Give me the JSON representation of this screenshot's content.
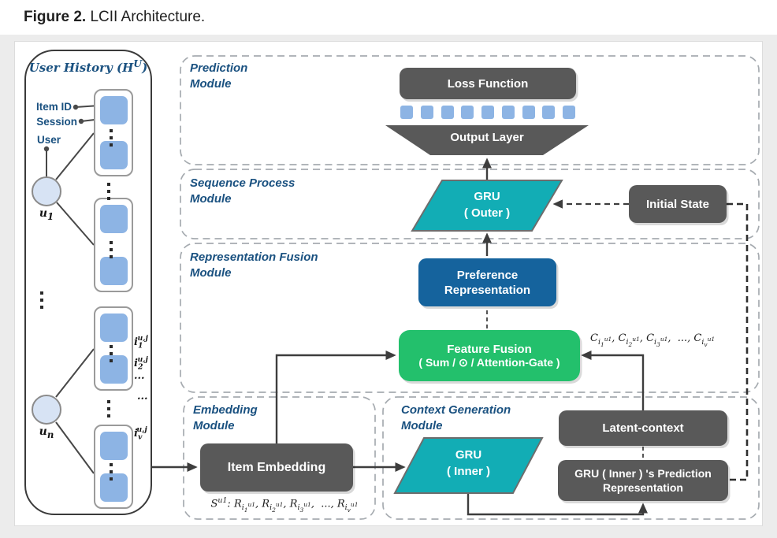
{
  "header": {
    "figure_label": "Figure 2.",
    "figure_title": "LCII Architecture."
  },
  "palette": {
    "module_label": "#1a5180",
    "box_gray": "#595959",
    "teal": "#12adb5",
    "navy_box": "#15639d",
    "green_box": "#23c06c",
    "item_square": "#8db4e4",
    "user_circle": "#d7e3f4",
    "dashed_border": "#a6abb0",
    "connector": "#3d3d3d"
  },
  "user_history": {
    "title_html": "User History (H<sup>U</sup>)",
    "item_id_label": "Item ID",
    "session_label": "Session",
    "user_label": "User",
    "u1_html": "u<sub>1</sub>",
    "un_html": "u<sub>n</sub>",
    "i1_html": "i<sub>1</sub><sup>u,j</sup>",
    "i2_html": "i<sub>2</sub><sup>u,j</sup>",
    "iv_html": "i<sub>v</sub><sup>u,j</sup>",
    "ellipsis": "..."
  },
  "modules": {
    "prediction": {
      "label": "Prediction\nModule",
      "loss_function": "Loss Function",
      "output_layer": "Output Layer",
      "output_units": 9
    },
    "sequence": {
      "label": "Sequence Process\nModule",
      "gru_outer": "GRU\n( Outer )",
      "initial_state": "Initial State"
    },
    "fusion": {
      "label": "Representation Fusion\nModule",
      "preference": "Preference\nRepresentation",
      "feature_fusion_title": "Feature Fusion",
      "feature_fusion_ops": "( Sum / ⊙ / Attention-Gate )",
      "context_sequence_html": "C<sub>i<sub>1</sub><sup>u1</sup></sub>, C<sub>i<sub>2</sub><sup>u1</sup></sub>, C<sub>i<sub>3</sub><sup>u1</sup></sub>, &nbsp;..., C<sub>i<sub>v</sub><sup>u1</sup></sub>"
    },
    "embedding": {
      "label": "Embedding\nModule",
      "item_embedding": "Item Embedding",
      "sequence_html": "S<sup>u1</sup>: R<sub>i<sub>1</sub><sup>u1</sup></sub>, R<sub>i<sub>2</sub><sup>u1</sup></sub>, R<sub>i<sub>3</sub><sup>u1</sup></sub>, &nbsp;..., R<sub>i<sub>v</sub><sup>u1</sup></sub>"
    },
    "context": {
      "label": "Context Generation\nModule",
      "gru_inner": "GRU\n( Inner )",
      "latent_context": "Latent-context",
      "gru_prediction": "GRU ( Inner ) 's Prediction\nRepresentation"
    }
  }
}
